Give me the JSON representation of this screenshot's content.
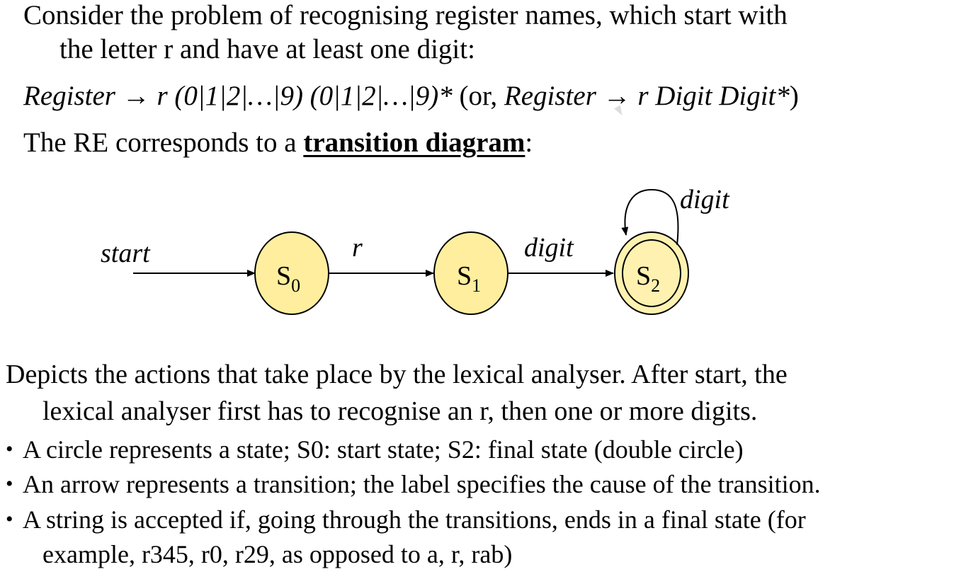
{
  "intro": {
    "line1": "Consider the problem of recognising register names, which start with",
    "line2": "the letter r and have at least one digit:"
  },
  "regex": {
    "lhs": "Register",
    "arrow": " → ",
    "rhs_part1": "r (0|1|2|…|9) (0|1|2|…|9)*",
    "or_open": " (or, ",
    "lhs2": "Register",
    "arrow2": " → ",
    "rhs_part2": "r Digit Digit*",
    "close": ")"
  },
  "re_line": {
    "prefix": "The RE corresponds to a ",
    "term": "transition diagram",
    "suffix": ":"
  },
  "diagram": {
    "start_label": "start",
    "states": [
      {
        "name": "S",
        "sub": "0"
      },
      {
        "name": "S",
        "sub": "1"
      },
      {
        "name": "S",
        "sub": "2"
      }
    ],
    "transitions": [
      "r",
      "digit",
      "digit"
    ],
    "state_fill": "#ffee9e",
    "final_state_fill": "#fff2b0"
  },
  "description": {
    "line1": "Depicts the actions that take place by the lexical analyser. After start, the",
    "line2": "lexical analyser first has to recognise an r, then one or more digits."
  },
  "bullets": [
    {
      "text": "A circle represents a state; S0: start state; S2: final state (double circle)"
    },
    {
      "text": "An arrow represents a transition; the label specifies the cause of the transition."
    },
    {
      "text": "A string is accepted if, going through the transitions, ends in a final state (for",
      "cont": "example, r345, r0, r29, as opposed to a, r, rab)"
    }
  ],
  "bullet_glyph": "•"
}
